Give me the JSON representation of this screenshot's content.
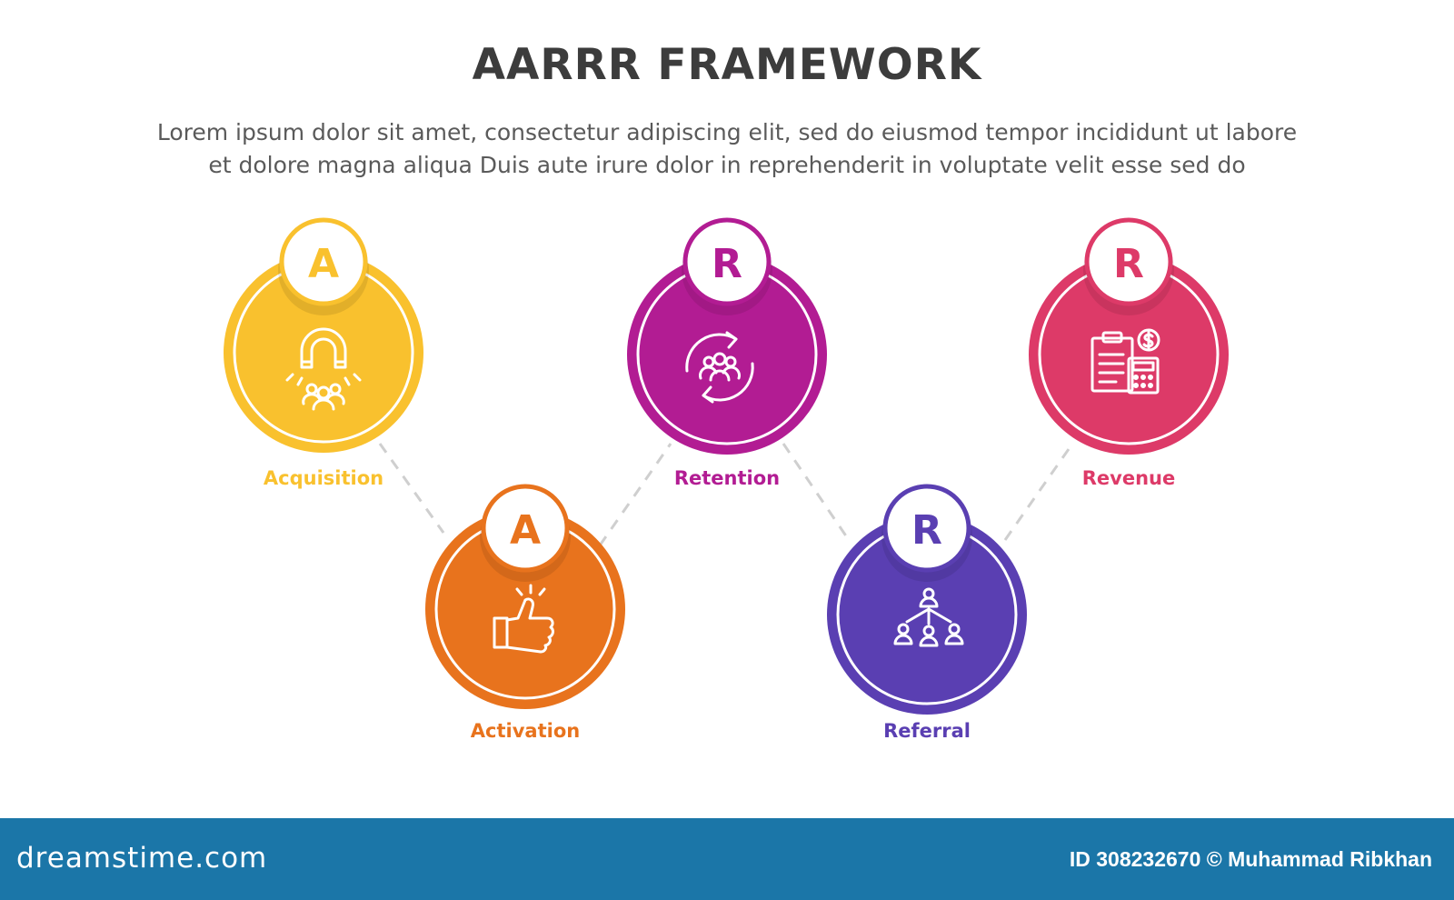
{
  "title": "AARRR FRAMEWORK",
  "description": [
    "Lorem ipsum dolor sit amet, consectetur adipiscing elit, sed do eiusmod tempor incididunt ut labore",
    "et dolore magna aliqua Duis aute irure dolor in reprehenderit in voluptate velit esse sed do"
  ],
  "stages": [
    {
      "letter": "A",
      "label": "Acquisition",
      "color": "#f9c12e",
      "icon": "magnet-attracting-people-icon"
    },
    {
      "letter": "A",
      "label": "Activation",
      "color": "#e8731d",
      "icon": "thumbs-up-click-icon"
    },
    {
      "letter": "R",
      "label": "Retention",
      "color": "#b21c93",
      "icon": "people-cycle-icon"
    },
    {
      "letter": "R",
      "label": "Referral",
      "color": "#5a3fb2",
      "icon": "referral-network-icon"
    },
    {
      "letter": "R",
      "label": "Revenue",
      "color": "#dd3a68",
      "icon": "invoice-calculator-dollar-icon"
    }
  ],
  "footer": {
    "brand": "dreamstime.com",
    "id_text": "ID 308232670 © Muhammad Ribkhan"
  }
}
